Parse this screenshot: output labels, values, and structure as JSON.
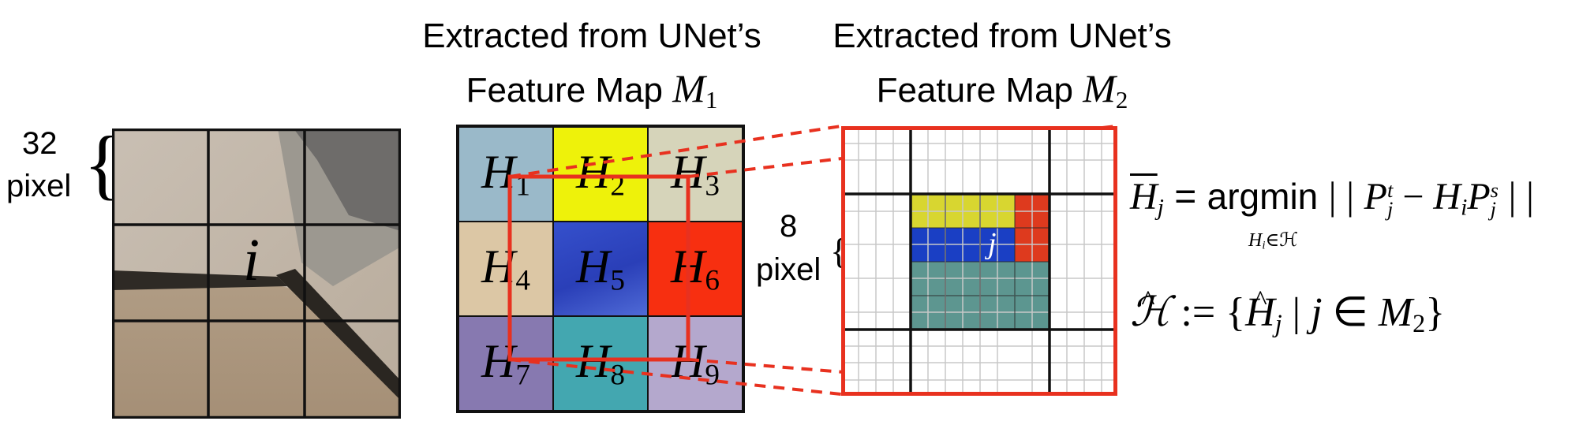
{
  "left_panel": {
    "size_number": "32",
    "size_unit": "pixel",
    "pixel_label": "i"
  },
  "middle_panel": {
    "title_line1": "Extracted from UNet’s",
    "title_line2": "Feature Map",
    "map_symbol": "M",
    "map_index": "1",
    "cells": [
      {
        "letter": "H",
        "index": "1",
        "color": "#9ab9c9"
      },
      {
        "letter": "H",
        "index": "2",
        "color": "#eef20a"
      },
      {
        "letter": "H",
        "index": "3",
        "color": "#d6d4ba"
      },
      {
        "letter": "H",
        "index": "4",
        "color": "#dcc7a5"
      },
      {
        "letter": "H",
        "index": "5",
        "color": "#3048c2"
      },
      {
        "letter": "H",
        "index": "6",
        "color": "#f72f10"
      },
      {
        "letter": "H",
        "index": "7",
        "color": "#8779b0"
      },
      {
        "letter": "H",
        "index": "8",
        "color": "#43a7b0"
      },
      {
        "letter": "H",
        "index": "9",
        "color": "#b4a8cd"
      }
    ]
  },
  "right_panel": {
    "title_line1": "Extracted from UNet’s",
    "title_line2": "Feature Map",
    "map_symbol": "M",
    "map_index": "2",
    "size_number": "8",
    "size_unit": "pixel",
    "pixel_label": "j",
    "colors": {
      "yellow": "#d8d630",
      "blue": "#1a3fc4",
      "red": "#de3a1e",
      "teal": "#5d9690",
      "frame": "#e8311f"
    }
  },
  "equations": {
    "eq1_lhs": "H",
    "eq1_lhs_sub": "j",
    "eq1_eq": "=",
    "eq1_op": "argmin",
    "eq1_op_sub": "H",
    "eq1_op_sub_i": "i",
    "eq1_op_sub_rest": "∈ℋ",
    "eq1_body_open": "| | ",
    "eq1_P": "P",
    "eq1_P1_sup": "t",
    "eq1_P1_sub": "j",
    "eq1_minus": " − ",
    "eq1_H": "H",
    "eq1_H_sub": "i",
    "eq1_P2": "P",
    "eq1_P2_sup": "s",
    "eq1_P2_sub": "j",
    "eq1_body_close": " | |",
    "eq2_lhs": "ℋ",
    "eq2_assign": " := {",
    "eq2_H": "H",
    "eq2_H_sub": "j",
    "eq2_bar": " | ",
    "eq2_j": "j",
    "eq2_in": " ∈ ",
    "eq2_M": "M",
    "eq2_M_sub": "2",
    "eq2_close": "}"
  }
}
